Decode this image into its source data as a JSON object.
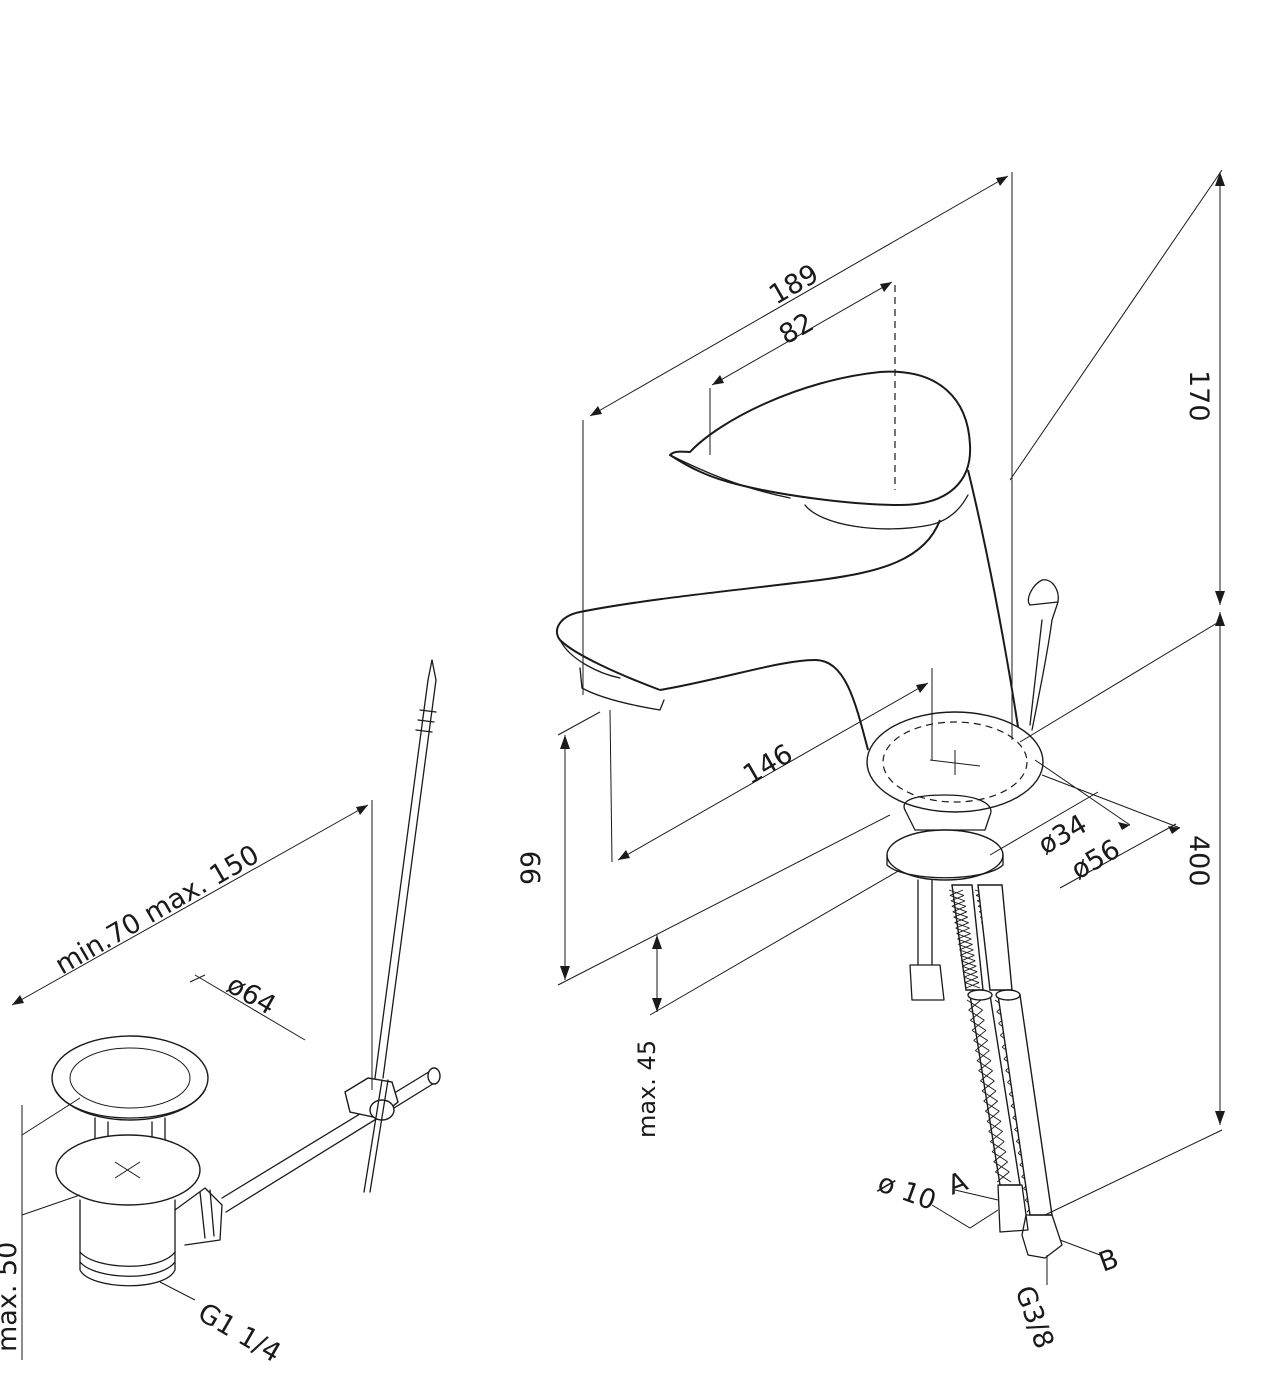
{
  "faucet": {
    "dim_length_total": "189",
    "dim_lever_offset": "82",
    "dim_height_total": "170",
    "dim_spout_reach": "146",
    "dim_spout_height": "99",
    "dim_inner_diameter": "ø34",
    "dim_base_diameter": "ø56",
    "dim_hose_length": "400",
    "dim_countertop": "max. 45"
  },
  "hoses": {
    "label_a": "A",
    "label_b": "B",
    "dim_tube": "ø 10",
    "thread": "G3/8"
  },
  "drain": {
    "dim_rod_range": "min.70 max. 150",
    "dim_cap_diameter": "ø64",
    "dim_max_height": "max. 50",
    "thread": "G1 1/4"
  }
}
